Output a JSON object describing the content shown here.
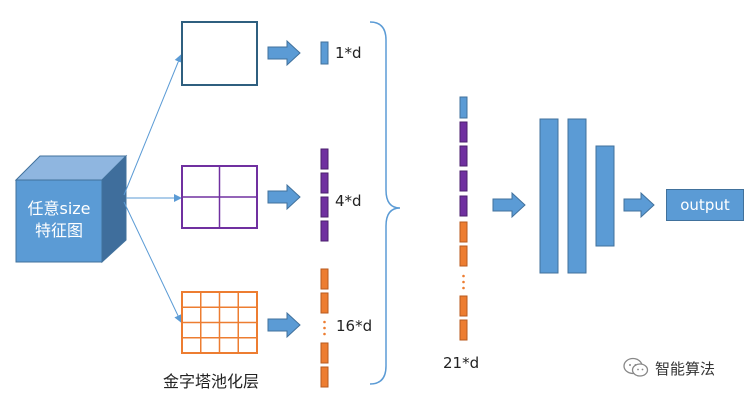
{
  "feature_map": {
    "line1": "任意size",
    "line2": "特征图"
  },
  "pyramid": {
    "caption": "金字塔池化层",
    "levels": [
      {
        "grid": 1,
        "label": "1*d",
        "color": "#2f5f7f"
      },
      {
        "grid": 2,
        "label": "4*d",
        "color": "#7030a0"
      },
      {
        "grid": 4,
        "label": "16*d",
        "color": "#ed7d31"
      }
    ]
  },
  "concat": {
    "label": "21*d"
  },
  "output": {
    "label": "output"
  },
  "watermark": {
    "text": "智能算法"
  },
  "colors": {
    "blue": "#5b9bd5",
    "blue_dark": "#41719c",
    "purple": "#7030a0",
    "orange": "#ed7d31"
  }
}
